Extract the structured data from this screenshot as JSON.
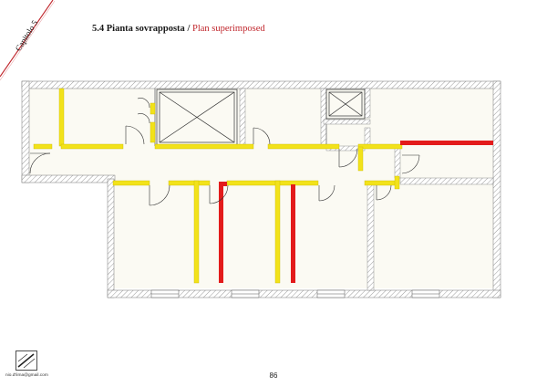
{
  "chapter": {
    "label": "Capitolo 5"
  },
  "title": {
    "italian": "5.4 Pianta sovrapposta",
    "separator": "/",
    "english": "Plan superimposed"
  },
  "footer": {
    "page_number": "86",
    "email": "nio.d'lima@gmail.com"
  },
  "colors": {
    "accent_red": "#c0272d",
    "demolished_wall": "#e31b1b",
    "new_wall": "#f2e21a",
    "wall_hatch": "#9a9a9a",
    "room_fill": "#fbfaf3"
  },
  "icons": {
    "logo": "architect-mark-icon"
  }
}
